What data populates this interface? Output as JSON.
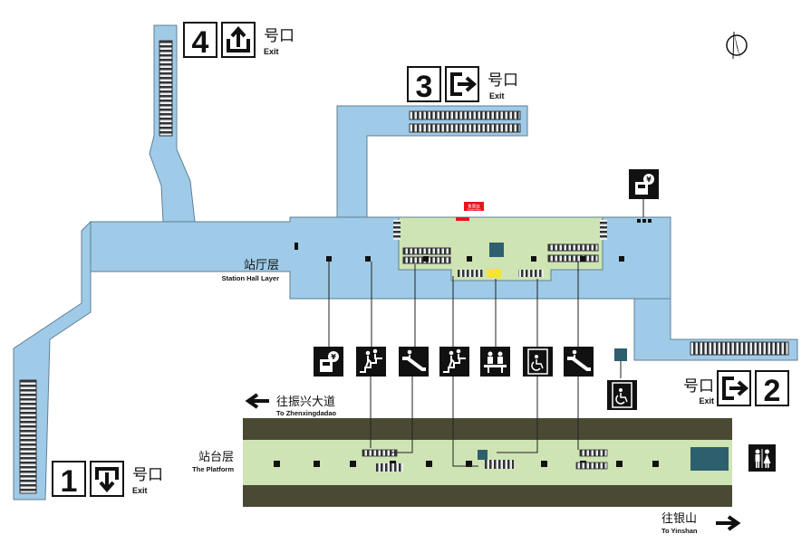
{
  "colors": {
    "concourse": "#9fcbe8",
    "concourse_stroke": "#5f7f95",
    "paid_area": "#cfe4b4",
    "platform_band": "#4a4a34",
    "platform_floor": "#cfe4b4",
    "icon_bg": "#111111",
    "elevator": "#2e5f6e",
    "ticket_office": "#e8141e",
    "turnstile": "#f5e23a"
  },
  "exits": {
    "exit1": {
      "number": "1",
      "suffix_cn": "号口",
      "suffix_en": "Exit",
      "arrow": "arrow-down-exit-icon"
    },
    "exit2": {
      "number": "2",
      "suffix_cn": "号口",
      "suffix_en": "Exit",
      "arrow": "arrow-right-exit-icon"
    },
    "exit3": {
      "number": "3",
      "suffix_cn": "号口",
      "suffix_en": "Exit",
      "arrow": "arrow-right-exit-icon"
    },
    "exit4": {
      "number": "4",
      "suffix_cn": "号口",
      "suffix_en": "Exit",
      "arrow": "arrow-up-exit-icon"
    }
  },
  "labels": {
    "hall_cn": "站厅层",
    "hall_en": "Station Hall Layer",
    "platform_cn": "站台层",
    "platform_en": "The Platform",
    "dir_left_cn": "往振兴大道",
    "dir_left_en": "To Zhenxingdadao",
    "dir_right_cn": "往银山",
    "dir_right_en": "To Yinshan",
    "ticket_office": "售票处",
    "ticket_office_en": "Ticket office"
  },
  "legend_icons": [
    "ticket-machine-icon",
    "stairs-icon",
    "escalator-icon",
    "stairs-icon",
    "customer-service-icon",
    "accessible-elevator-icon",
    "escalator-icon"
  ],
  "compass": "north-compass-icon",
  "restroom": "restroom-icon"
}
